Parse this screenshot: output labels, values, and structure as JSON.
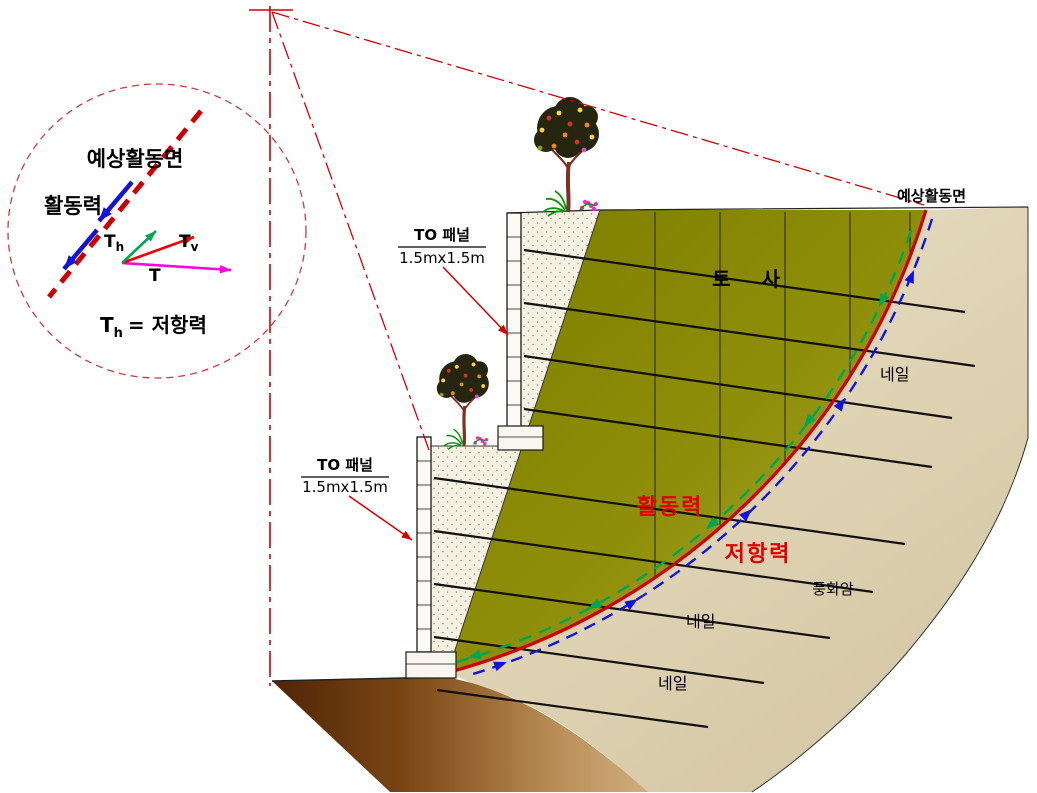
{
  "detail_view": {
    "surface_label": "예상활동면",
    "driving_label": "활동력",
    "vector_t": "T",
    "vector_th_base": "T",
    "vector_th_sub": "h",
    "vector_tv_base": "T",
    "vector_tv_sub": "v",
    "eq_base": "T",
    "eq_sub": "h",
    "eq_rest": "= 저항력"
  },
  "callouts": {
    "upper_panel_title": "TO 패널",
    "upper_panel_size": "1.5mx1.5m",
    "lower_panel_title": "TO 패널",
    "lower_panel_size": "1.5mx1.5m"
  },
  "labels": {
    "soil": "토 사",
    "expected_surface": "예상활동면",
    "nail_upper": "네일",
    "nail_middle": "네일",
    "nail_lower": "네일",
    "driving_force": "활동력",
    "resisting_force": "저항력",
    "weathered_rock": "풍화암"
  },
  "colors": {
    "construction_red": "#d40000",
    "sliding_surface_red": "#cc0000",
    "driving_green": "#00a651",
    "resisting_blue": "#1414d8",
    "tension_magenta": "#ff00e0",
    "soil_olive": "#8a8a10",
    "rock_beige": "#ddd2b0",
    "ground_brown": "#6b3a12"
  }
}
